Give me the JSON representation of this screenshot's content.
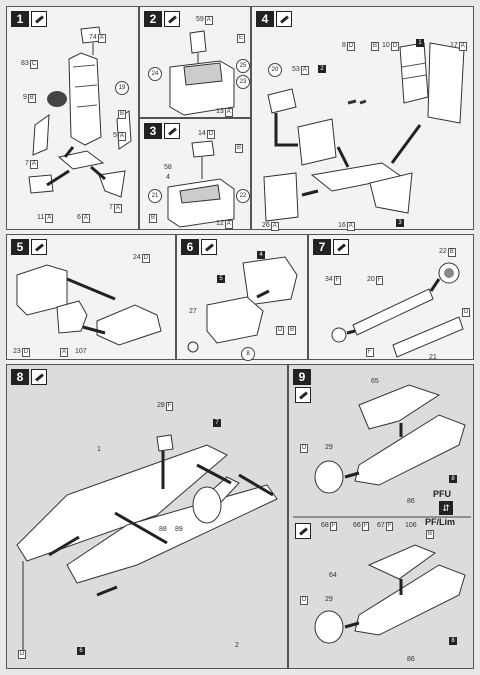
{
  "steps": [
    {
      "num": "1",
      "labels": [
        {
          "id": "p74",
          "num": "74",
          "tag": "A"
        },
        {
          "id": "p83",
          "num": "83",
          "tag": "C"
        },
        {
          "id": "p19",
          "num": "19",
          "circle": true
        },
        {
          "id": "p9",
          "num": "9",
          "tag": "B"
        },
        {
          "id": "pB1",
          "num": "",
          "tag": "B"
        },
        {
          "id": "p5",
          "num": "5",
          "tag": "A"
        },
        {
          "id": "p7a",
          "num": "7",
          "tag": "A"
        },
        {
          "id": "p7b",
          "num": "7",
          "tag": "A"
        },
        {
          "id": "p11",
          "num": "11",
          "tag": "A"
        },
        {
          "id": "p6",
          "num": "6",
          "tag": "A"
        }
      ]
    },
    {
      "num": "2",
      "labels": [
        {
          "id": "p59",
          "num": "59",
          "tag": "A"
        },
        {
          "id": "pE",
          "num": "",
          "tag": "E"
        },
        {
          "id": "p24",
          "num": "24",
          "circle": true
        },
        {
          "id": "p25",
          "num": "25",
          "circle": true
        },
        {
          "id": "p23",
          "num": "23",
          "circle": true
        },
        {
          "id": "p13",
          "num": "13",
          "tag": "A"
        }
      ]
    },
    {
      "num": "3",
      "labels": [
        {
          "id": "p14",
          "num": "14",
          "tag": "D"
        },
        {
          "id": "pB3",
          "num": "",
          "tag": "B"
        },
        {
          "id": "p58",
          "num": "58",
          "tag": ""
        },
        {
          "id": "p4",
          "num": "4",
          "tag": ""
        },
        {
          "id": "p21",
          "num": "21",
          "circle": true
        },
        {
          "id": "p22",
          "num": "22",
          "circle": true
        },
        {
          "id": "pB3b",
          "num": "",
          "tag": "B"
        },
        {
          "id": "p12",
          "num": "12",
          "tag": "A"
        }
      ]
    },
    {
      "num": "4",
      "labels": [
        {
          "id": "p20",
          "num": "20",
          "circle": true
        },
        {
          "id": "p53",
          "num": "53",
          "tag": "A"
        },
        {
          "id": "p8",
          "num": "8",
          "tag": "D"
        },
        {
          "id": "pB4",
          "num": "",
          "tag": "B"
        },
        {
          "id": "p10",
          "num": "10",
          "tag": "D"
        },
        {
          "id": "p17",
          "num": "17",
          "tag": "A"
        },
        {
          "id": "p26",
          "num": "26",
          "tag": "A"
        },
        {
          "id": "p16",
          "num": "16",
          "tag": "A"
        }
      ]
    },
    {
      "num": "5",
      "labels": [
        {
          "id": "p24d",
          "num": "24",
          "tag": "D"
        },
        {
          "id": "p23d",
          "num": "23",
          "tag": "D"
        },
        {
          "id": "pA5",
          "num": "",
          "tag": "A"
        },
        {
          "id": "p107",
          "num": "107",
          "tag": ""
        }
      ]
    },
    {
      "num": "6",
      "labels": [
        {
          "id": "p27",
          "num": "27",
          "tag": ""
        },
        {
          "id": "pD6",
          "num": "",
          "tag": "D"
        },
        {
          "id": "pB6",
          "num": "",
          "tag": "B"
        },
        {
          "id": "p8c",
          "num": "8",
          "circle": true
        }
      ]
    },
    {
      "num": "7",
      "labels": [
        {
          "id": "p22b",
          "num": "22",
          "tag": "B"
        },
        {
          "id": "p34",
          "num": "34",
          "tag": "F"
        },
        {
          "id": "p20f",
          "num": "20",
          "tag": "F"
        },
        {
          "id": "pD7",
          "num": "",
          "tag": "D"
        },
        {
          "id": "pF7",
          "num": "",
          "tag": "F"
        },
        {
          "id": "p21n",
          "num": "21",
          "tag": ""
        }
      ]
    },
    {
      "num": "8",
      "labels": [
        {
          "id": "p28",
          "num": "28",
          "tag": "F"
        },
        {
          "id": "p1",
          "num": "1",
          "tag": ""
        },
        {
          "id": "p88",
          "num": "88",
          "tag": ""
        },
        {
          "id": "p89",
          "num": "89",
          "tag": ""
        },
        {
          "id": "pD8",
          "num": "",
          "tag": "D"
        },
        {
          "id": "p2",
          "num": "2",
          "tag": ""
        }
      ]
    },
    {
      "num": "9",
      "labels": [
        {
          "id": "p65",
          "num": "65",
          "tag": ""
        },
        {
          "id": "pD9",
          "num": "",
          "tag": "D"
        },
        {
          "id": "p29",
          "num": "29",
          "tag": ""
        },
        {
          "id": "p86",
          "num": "86",
          "tag": ""
        },
        {
          "id": "p68",
          "num": "68",
          "tag": "F"
        },
        {
          "id": "p66",
          "num": "66",
          "tag": "F"
        },
        {
          "id": "p67",
          "num": "67",
          "tag": "F"
        },
        {
          "id": "p106",
          "num": "106",
          "tag": ""
        },
        {
          "id": "pB9",
          "num": "",
          "tag": "B"
        },
        {
          "id": "p64",
          "num": "64",
          "tag": ""
        },
        {
          "id": "pD9b",
          "num": "",
          "tag": "D"
        },
        {
          "id": "p29b",
          "num": "29",
          "tag": ""
        },
        {
          "id": "p86b",
          "num": "86",
          "tag": ""
        }
      ]
    }
  ],
  "subassembly_refs": [
    "1",
    "2",
    "3",
    "4",
    "5",
    "6",
    "7",
    "8"
  ],
  "variants": {
    "top": "PFU",
    "bottom": "PF/Lim"
  },
  "colors": {
    "ink": "#222222",
    "paper": "#f1f1ef",
    "shaded": "#dcdcda"
  }
}
